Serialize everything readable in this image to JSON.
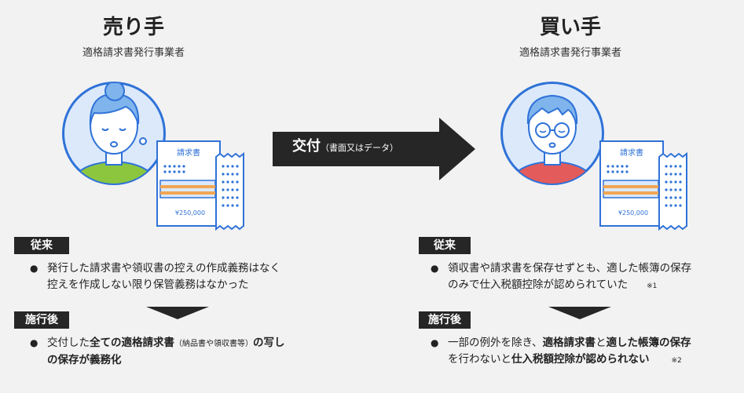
{
  "seller": {
    "title": "売り手",
    "subtitle": "適格請求書発行事業者",
    "invoice_title": "請求書",
    "invoice_amount": "¥250,000"
  },
  "buyer": {
    "title": "買い手",
    "subtitle": "適格請求書発行事業者",
    "invoice_title": "請求書",
    "invoice_amount": "¥250,000"
  },
  "arrow": {
    "label_main": "交付",
    "label_sub": "（書面又はデータ）"
  },
  "left": {
    "before_tag": "従来",
    "before_line1": "発行した請求書や領収書の控えの作成義務はなく",
    "before_line2": "控えを作成しない限り保管義務はなかった",
    "after_tag": "施行後",
    "after_p1": "交付した",
    "after_p2": "全ての適格請求書",
    "after_p3": "（納品書や領収書等）",
    "after_p4": "の写し",
    "after_line2": "の保存が義務化"
  },
  "right": {
    "before_tag": "従来",
    "before_line1": "領収書や請求書を保存せずとも、適した帳簿の保存",
    "before_line2": "のみで仕入税額控除が認められていた",
    "before_note": "※1",
    "after_tag": "施行後",
    "after_p1": "一部の例外を除き、",
    "after_p2": "適格請求書",
    "after_p3": "と",
    "after_p4": "適した帳簿の保存",
    "after_l2a": "を行わないと",
    "after_l2b": "仕入税額控除が認められない",
    "after_note": "※2"
  },
  "colors": {
    "accent_blue": "#2f72d8",
    "light_blue": "#dbe9fb",
    "seller_shirt": "#8cc63f",
    "buyer_shirt": "#e45b5b",
    "hair": "#7fb4ec",
    "dark": "#262626",
    "orange": "#f2a653"
  }
}
